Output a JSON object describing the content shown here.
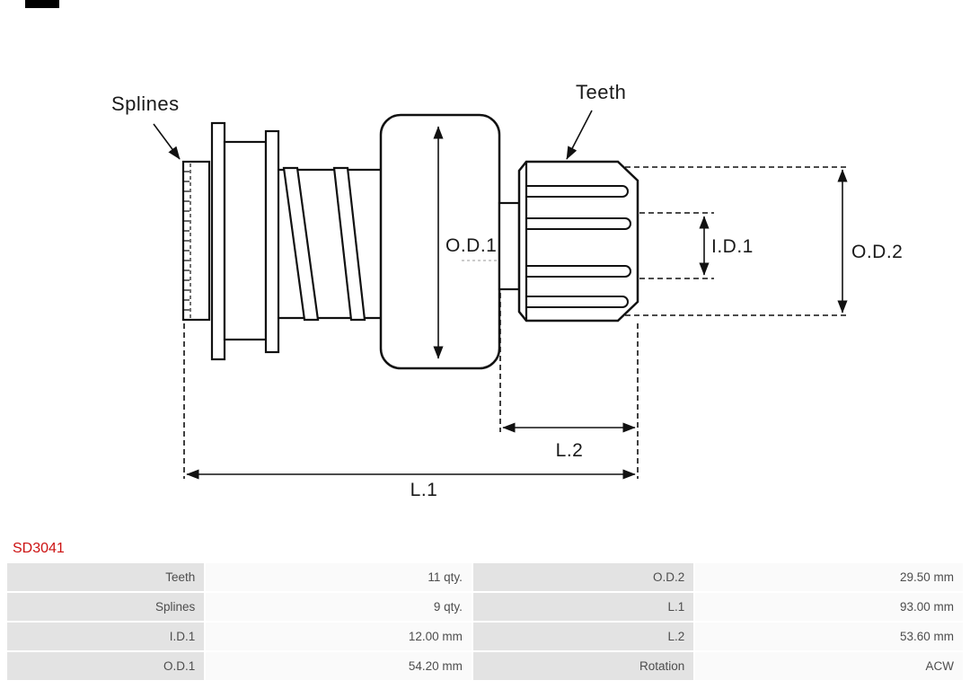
{
  "part_number": "SD3041",
  "diagram": {
    "callouts": {
      "splines": "Splines",
      "teeth": "Teeth"
    },
    "dimensions": {
      "od1": "O.D.1",
      "id1": "I.D.1",
      "od2": "O.D.2",
      "l1": "L.1",
      "l2": "L.2"
    }
  },
  "spec_table": {
    "rows": [
      {
        "label_left": "Teeth",
        "value_left": "11 qty.",
        "label_right": "O.D.2",
        "value_right": "29.50 mm"
      },
      {
        "label_left": "Splines",
        "value_left": "9 qty.",
        "label_right": "L.1",
        "value_right": "93.00 mm"
      },
      {
        "label_left": "I.D.1",
        "value_left": "12.00 mm",
        "label_right": "L.2",
        "value_right": "53.60 mm"
      },
      {
        "label_left": "O.D.1",
        "value_left": "54.20 mm",
        "label_right": "Rotation",
        "value_right": "ACW"
      }
    ]
  },
  "colors": {
    "part_number_text": "#cc1111",
    "table_label_bg": "#e3e3e3",
    "table_value_bg": "#fafafa",
    "diagram_line": "#111111"
  }
}
